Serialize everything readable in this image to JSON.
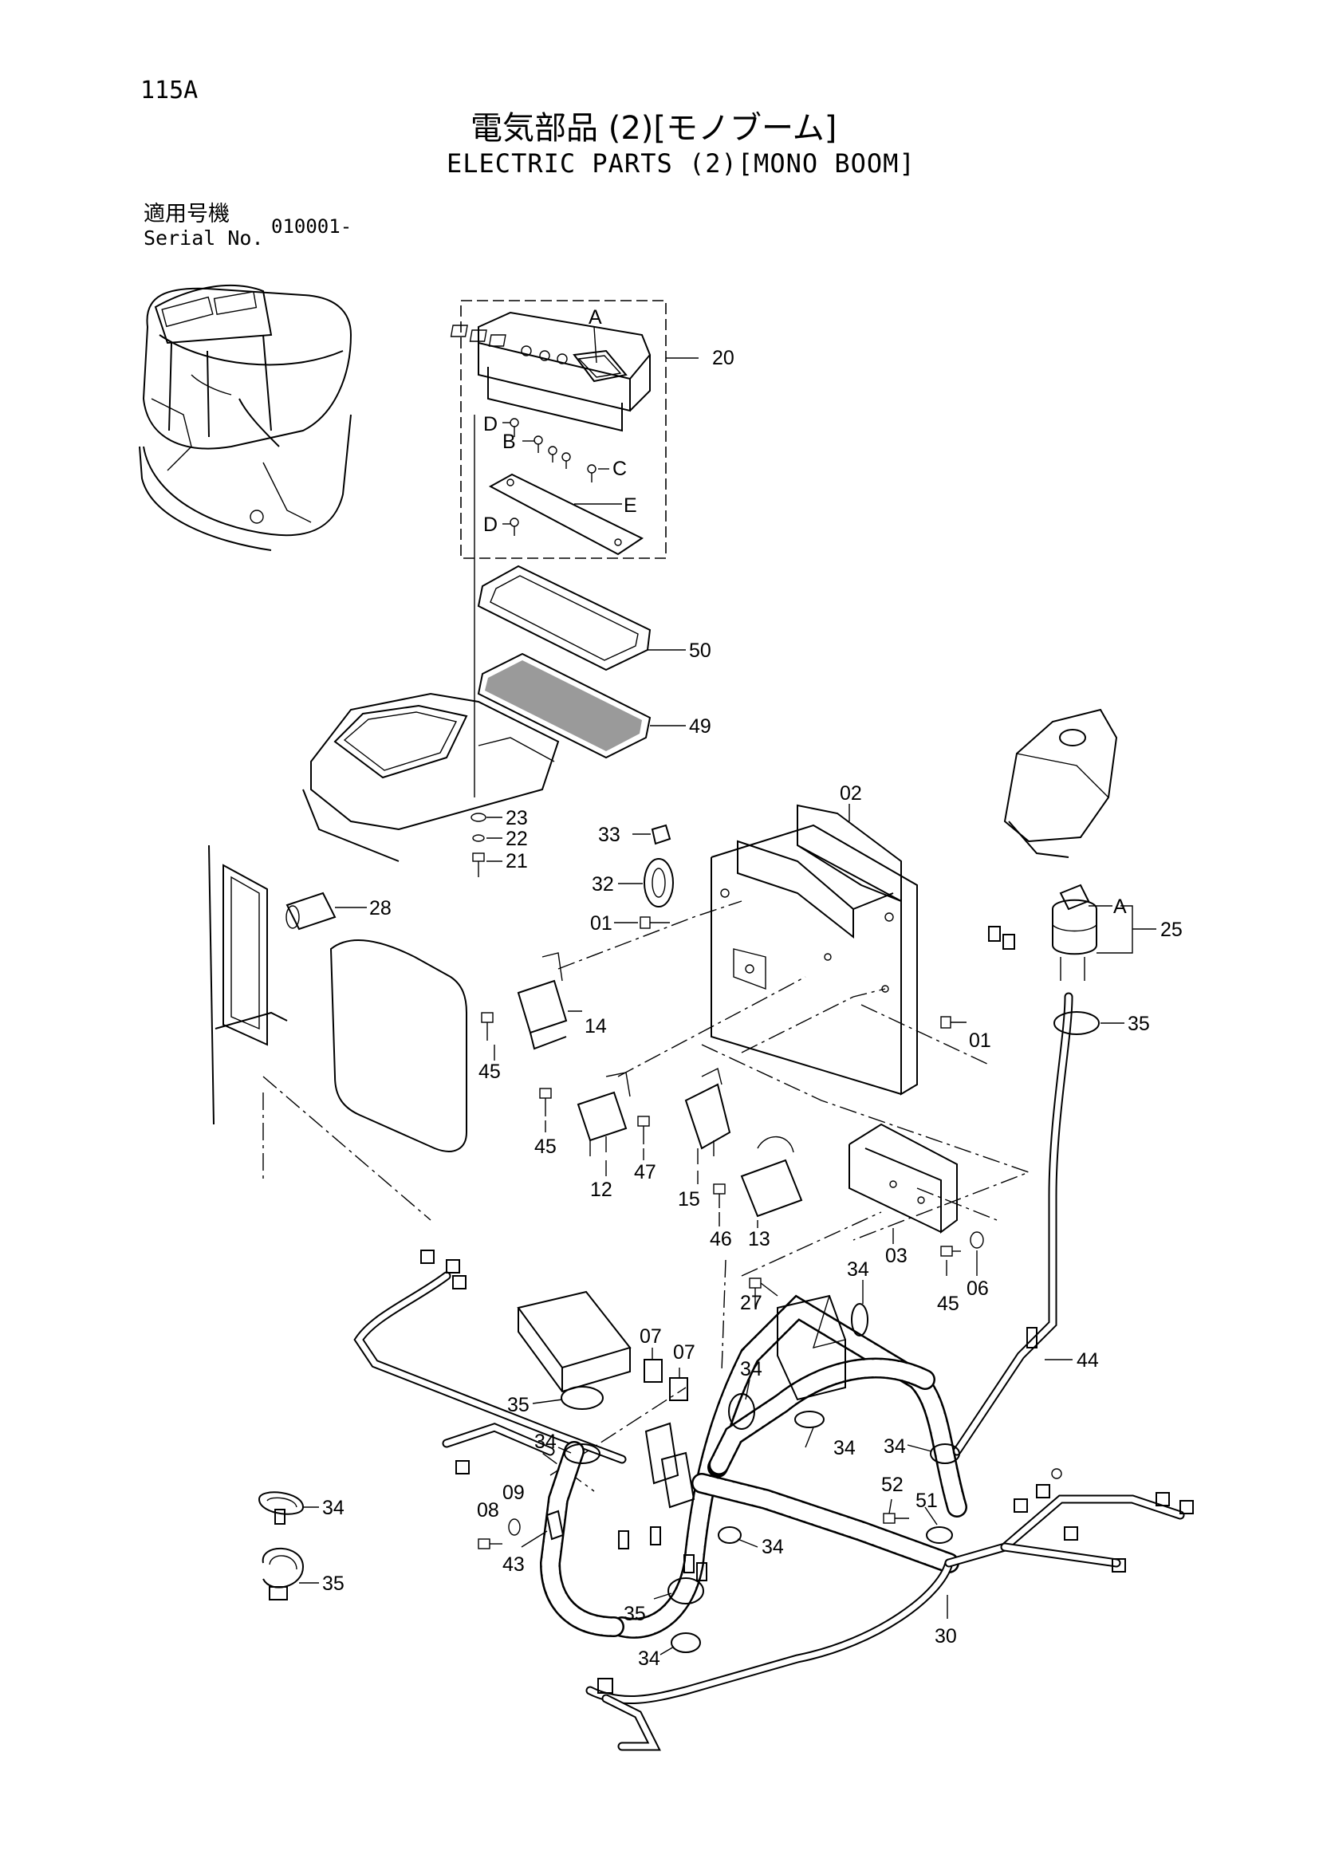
{
  "header": {
    "page_id": "115A",
    "title_jp": "電気部品 (2)[モノブーム]",
    "title_en": "ELECTRIC PARTS (2)[MONO BOOM]",
    "serial_label_jp": "適用号機",
    "serial_label_en": "Serial No.",
    "serial_value": "010001-"
  },
  "callouts": {
    "c20": "20",
    "cA1": "A",
    "cB": "B",
    "cC": "C",
    "cD1": "D",
    "cD2": "D",
    "cE": "E",
    "c50": "50",
    "c49": "49",
    "c23": "23",
    "c22": "22",
    "c21": "21",
    "c02": "02",
    "c33": "33",
    "c32": "32",
    "c01a": "01",
    "c01b": "01",
    "c28": "28",
    "cA2": "A",
    "c25": "25",
    "c35a": "35",
    "c14": "14",
    "c45a": "45",
    "c45b": "45",
    "c12": "12",
    "c47": "47",
    "c15": "15",
    "c46": "46",
    "c13": "13",
    "c03": "03",
    "c45c": "45",
    "c06": "06",
    "c34a": "34",
    "c27": "27",
    "c07a": "07",
    "c07b": "07",
    "c34b": "34",
    "c35b": "35",
    "c34c": "34",
    "c34d": "34",
    "c34e": "34",
    "c44": "44",
    "c09": "09",
    "c08": "08",
    "c43": "43",
    "c52": "52",
    "c51": "51",
    "c34f": "34",
    "c35c": "35",
    "c34g": "34",
    "c30": "30",
    "c34h": "34",
    "c35d": "35"
  }
}
